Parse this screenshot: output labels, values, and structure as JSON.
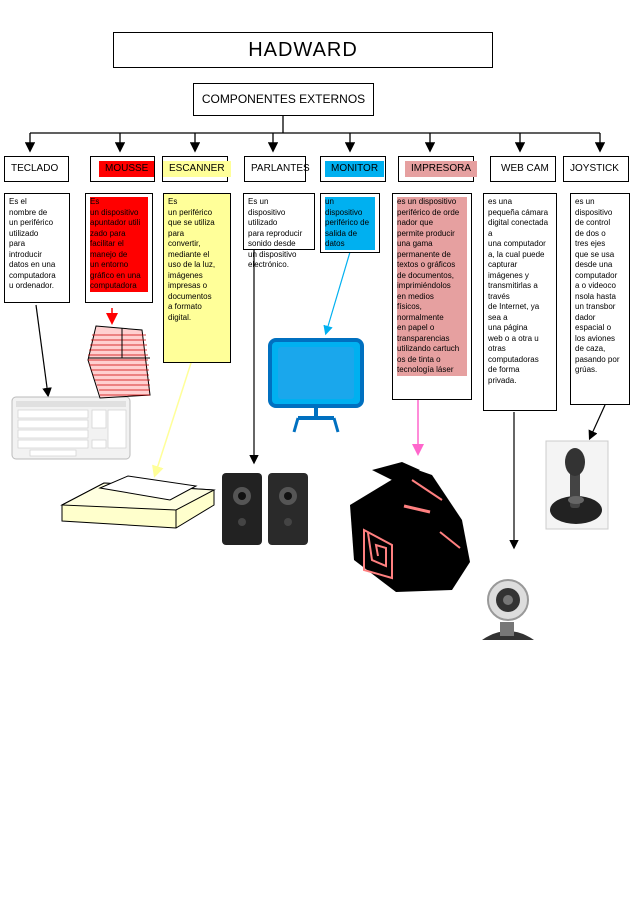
{
  "title": "HADWARD",
  "subtitle": "COMPONENTES EXTERNOS",
  "categories": [
    {
      "label": "TECLADO",
      "desc": "Es el\nnombre de\nun periférico\nutilizado\npara\nintroducir\ndatos en una\ncomputadora\nu ordenador.",
      "highlight": "",
      "descBg": ""
    },
    {
      "label": "MOUSSE",
      "desc": "Es\nun dispositivo\napuntador utili\nzado para\nfacilitar el\nmanejo de\nun entorno\ngráfico en una\ncomputadora",
      "highlight": "#ff0000",
      "descBg": "#ff0000"
    },
    {
      "label": "ESCANNER",
      "desc": "Es\nun periférico\nque se utiliza\npara\nconvertir,\nmediante el\nuso de la luz,\nimágenes\nimpresas o\ndocumentos\na formato\ndigital.",
      "highlight": "#ffff99",
      "descBg": "#ffff99"
    },
    {
      "label": "PARLANTES",
      "desc": "Es un\ndispositivo\nutilizado\npara reproducir\nsonido desde\nun dispositivo\nelectrónico.",
      "highlight": "",
      "descBg": ""
    },
    {
      "label": "MONITOR",
      "desc": "un\ndispositivo\nperiférico de\nsalida de\ndatos",
      "highlight": "#00b0f0",
      "descBg": "#00b0f0"
    },
    {
      "label": "IMPRESORA",
      "desc": " es un dispositivo\nperiférico de orde\nnador que\npermite producir\nuna gama\npermanente de\ntextos o gráficos\nde documentos,\nimprimiéndolos\nen medios\nfísicos,\nnormalmente\nen papel o\ntransparencias\nutilizando cartuch\nos de tinta o\ntecnología láser",
      "highlight": "#e6a0a0",
      "descBg": "#e6a0a0"
    },
    {
      "label": "WEB CAM",
      "desc": "es una\npequeña cámara\ndigital conectada\na\nuna computador\na, la cual puede\ncapturar\nimágenes y\ntransmitirlas a\ntravés\nde Internet, ya\nsea a\nuna página\nweb o a otra u\notras\ncomputadoras\nde forma\nprivada.",
      "highlight": "",
      "descBg": ""
    },
    {
      "label": "JOYSTICK",
      "desc": "es un\ndispositivo\nde control\nde dos o\ntres ejes\nque se usa\ndesde una\ncomputador\na o videoco\nnsola hasta\nun transbor\ndador\nespacial o\nlos aviones\nde caza,\npasando por\ngrúas.",
      "highlight": "",
      "descBg": ""
    }
  ],
  "icons": [
    "keyboard-icon",
    "mouse-icon",
    "scanner-icon",
    "speakers-icon",
    "monitor-icon",
    "printer-icon",
    "webcam-icon",
    "joystick-icon"
  ]
}
